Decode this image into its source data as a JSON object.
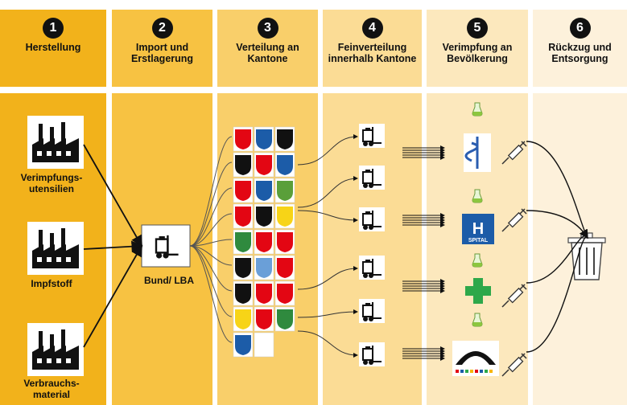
{
  "steps": [
    {
      "number": "1",
      "title": "Herstellung",
      "color": "#f2b21b"
    },
    {
      "number": "2",
      "title": "Import und Erstlagerung",
      "color": "#f7c242"
    },
    {
      "number": "3",
      "title": "Verteilung an Kantone",
      "color": "#f9cf6a"
    },
    {
      "number": "4",
      "title": "Feinverteilung innerhalb Kantone",
      "color": "#fbdc95"
    },
    {
      "number": "5",
      "title": "Verimpfung an Bevölkerung",
      "color": "#fce8bd"
    },
    {
      "number": "6",
      "title": "Rückzug und Entsorgung",
      "color": "#fdf1db"
    }
  ],
  "factories": [
    {
      "label": "Verimpfungs-utensilien"
    },
    {
      "label": "Impfstoff"
    },
    {
      "label": "Verbrauchs-material"
    }
  ],
  "hub": {
    "label": "Bund/ LBA"
  },
  "hospital": {
    "letter": "H",
    "caption": "SPITAL"
  },
  "icons": [
    "factory-icon",
    "forklift-icon",
    "canton-flag-icon",
    "pharmacy-icon",
    "hospital-icon",
    "cross-icon",
    "vaccination-center-icon",
    "syringe-icon",
    "flask-icon",
    "trash-bin-icon"
  ]
}
